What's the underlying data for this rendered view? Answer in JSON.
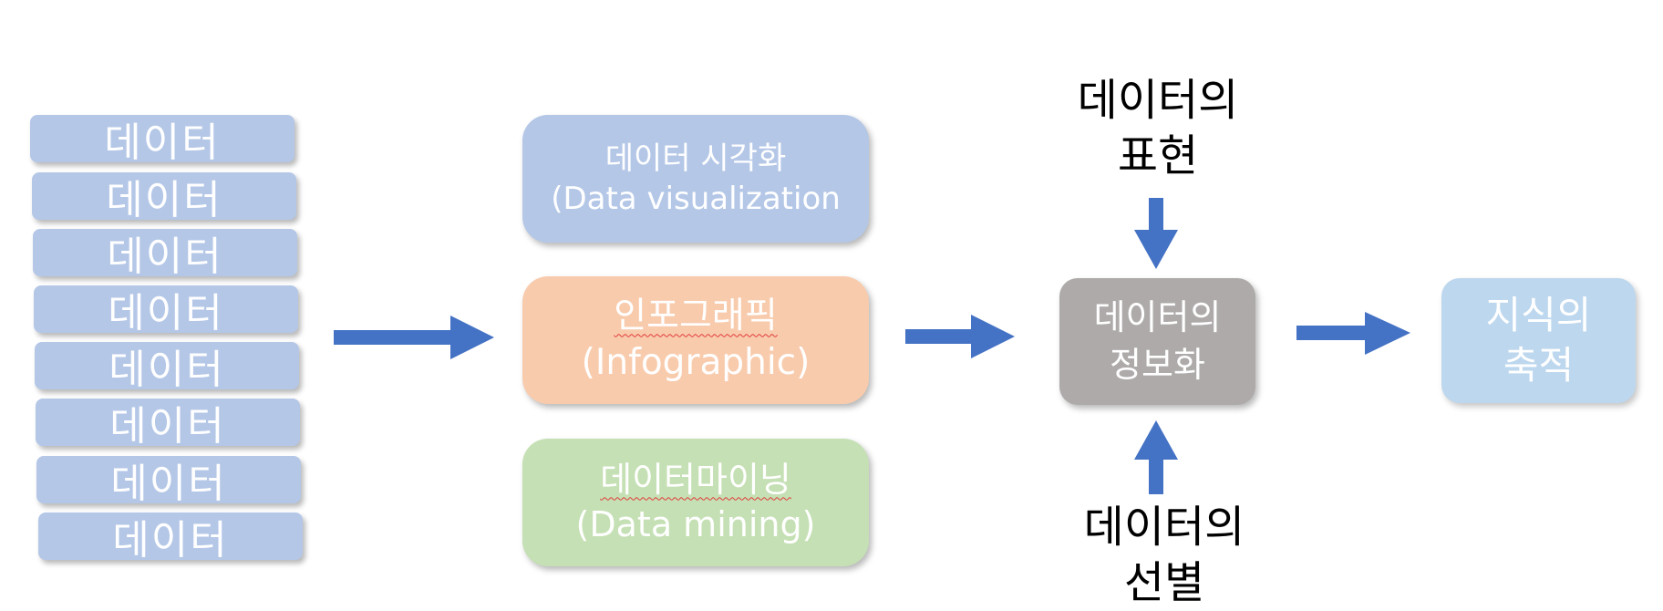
{
  "data_stack": [
    "데이터",
    "데이터",
    "데이터",
    "데이터",
    "데이터",
    "데이터",
    "데이터",
    "데이터"
  ],
  "methods": {
    "visualization": {
      "line1": "데이터 시각화",
      "line2": "(Data visualization"
    },
    "infographic": {
      "line1": "인포그래픽",
      "line2": "(Infographic)"
    },
    "mining": {
      "line1": "데이터마이닝",
      "line2": "(Data mining)"
    }
  },
  "center": {
    "line1": "데이터의",
    "line2": "정보화"
  },
  "result": {
    "line1": "지식의",
    "line2": "축적"
  },
  "top_label": {
    "line1": "데이터의",
    "line2": "표현"
  },
  "bottom_label": {
    "line1": "데이터의",
    "line2": "선별"
  },
  "colors": {
    "arrow": "#4472c4",
    "data_box": "#b4c7e7",
    "infographic": "#f8cbad",
    "mining": "#c5e0b4",
    "center_box": "#aeaaaa",
    "result_box": "#bdd7ee"
  }
}
